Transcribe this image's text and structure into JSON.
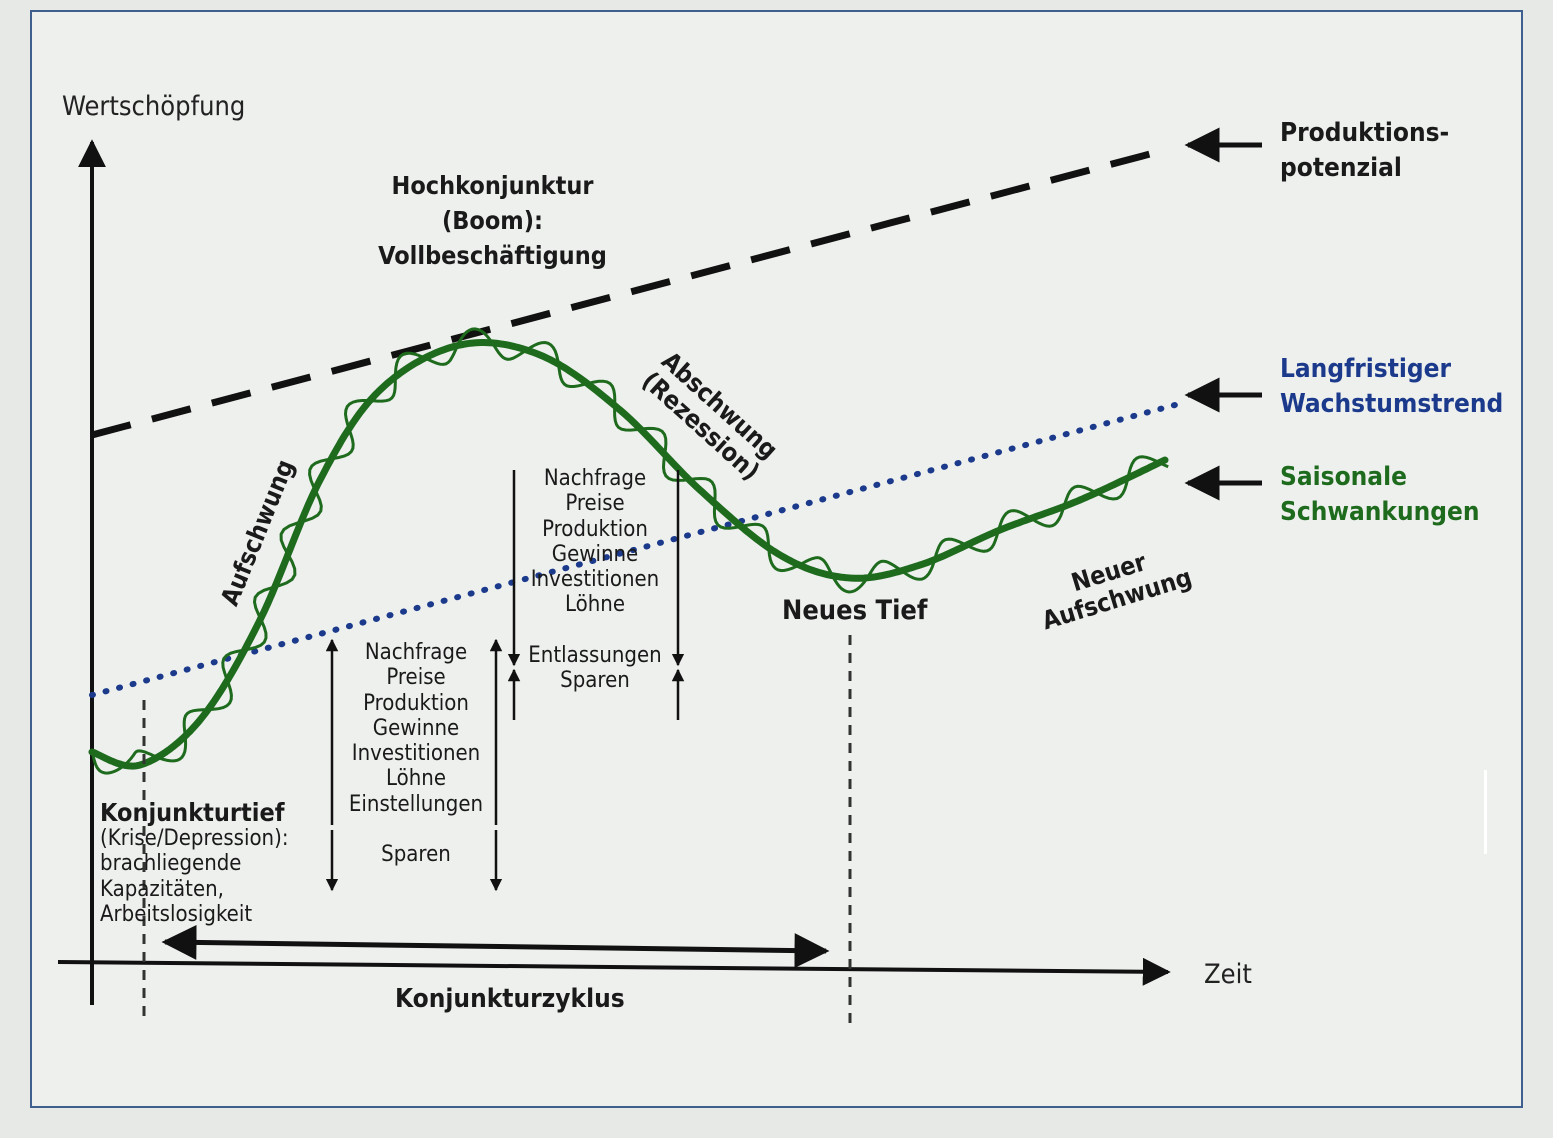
{
  "colors": {
    "potential": "#111111",
    "trend": "#1b3a8c",
    "seasonal": "#1e6b1e",
    "text": "#1a1a1a",
    "frame": "#3f5f8f"
  },
  "axes": {
    "y_label": "Wertschöpfung",
    "x_label": "Zeit"
  },
  "phases": {
    "boom": [
      "Hochkonjunktur",
      "(Boom):",
      "Vollbeschäftigung"
    ],
    "upswing": "Aufschwung",
    "downswing": [
      "Abschwung",
      "(Rezession)"
    ],
    "new_low": "Neues Tief",
    "new_upswing": [
      "Neuer",
      "Aufschwung"
    ],
    "trough": {
      "title": "Konjunkturtief",
      "lines": [
        "(Krise/Depression):",
        "brachliegende",
        "Kapazitäten,",
        "Arbeitslosigkeit"
      ]
    }
  },
  "indicators_upswing": {
    "rising": [
      "Nachfrage",
      "Preise",
      "Produktion",
      "Gewinne",
      "Investitionen",
      "Löhne",
      "Einstellungen"
    ],
    "falling": [
      "Sparen"
    ]
  },
  "indicators_downswing": {
    "falling": [
      "Nachfrage",
      "Preise",
      "Produktion",
      "Gewinne",
      "Investitionen",
      "Löhne"
    ],
    "rising": [
      "Entlassungen",
      "Sparen"
    ]
  },
  "cycle_label": "Konjunkturzyklus",
  "legend": {
    "potential": [
      "Produktions-",
      "potenzial"
    ],
    "trend": [
      "Langfristiger",
      "Wachstumstrend"
    ],
    "seasonal": [
      "Saisonale",
      "Schwankungen"
    ]
  }
}
